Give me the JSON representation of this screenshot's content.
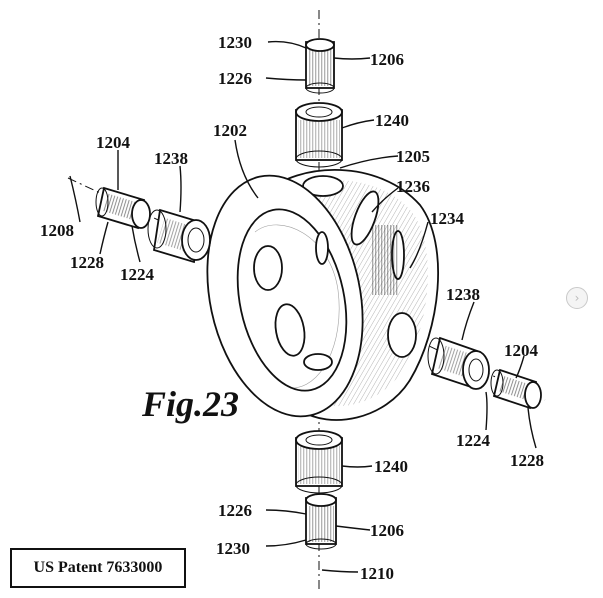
{
  "figure": {
    "title": "Fig.23",
    "patent": "US Patent 7633000",
    "labels": {
      "l1230_top": "1230",
      "l1206_top": "1206",
      "l1226_top": "1226",
      "l1240_top": "1240",
      "l1202": "1202",
      "l1205": "1205",
      "l1204_left": "1204",
      "l1238_left": "1238",
      "l1236": "1236",
      "l1208": "1208",
      "l1234": "1234",
      "l1228_left": "1228",
      "l1224_left": "1224",
      "l1238_right": "1238",
      "l1204_right": "1204",
      "l1224_right": "1224",
      "l1228_right": "1228",
      "l1240_bottom": "1240",
      "l1226_bottom": "1226",
      "l1206_bottom": "1206",
      "l1230_bottom": "1230",
      "l1210": "1210"
    }
  },
  "nav": {
    "icon": "chevron-right-icon",
    "glyph": "›"
  }
}
